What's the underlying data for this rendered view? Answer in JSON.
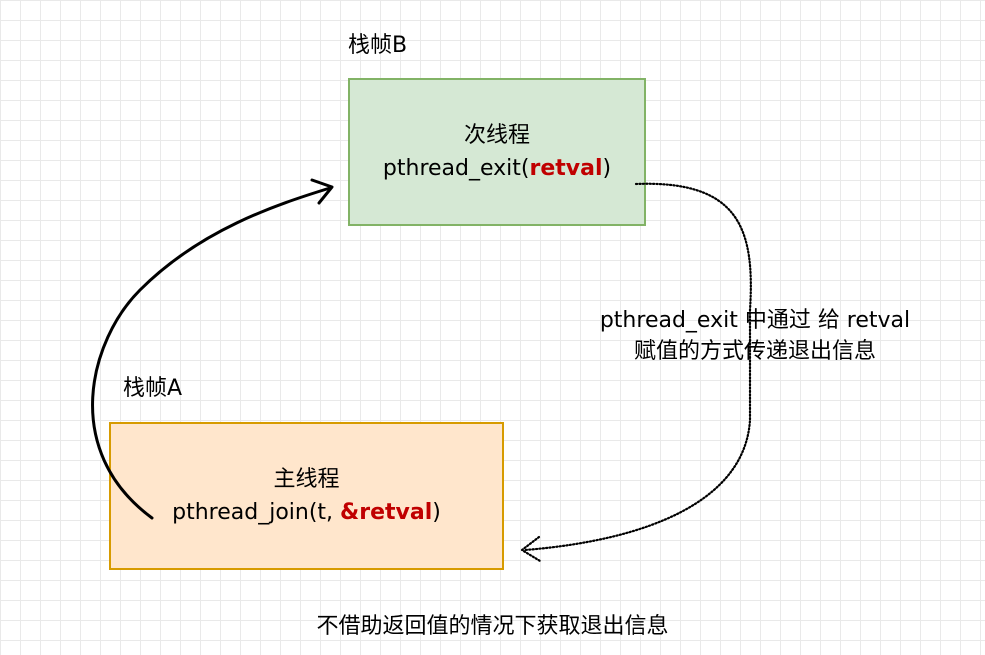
{
  "frames": {
    "b_label": "栈帧B",
    "a_label": "栈帧A"
  },
  "box_b": {
    "title": "次线程",
    "call_prefix": "pthread_exit(",
    "call_highlight": "retval",
    "call_suffix": ")"
  },
  "box_a": {
    "title": "主线程",
    "call_prefix": "pthread_join(t, ",
    "call_highlight": "&retval",
    "call_suffix": ")"
  },
  "note": {
    "line1": "pthread_exit 中通过 给 retval",
    "line2": "赋值的方式传递退出信息"
  },
  "caption": "不借助返回值的情况下获取退出信息",
  "colors": {
    "box_b_fill": "#d5e8d4",
    "box_b_border": "#82b366",
    "box_a_fill": "#ffe6cc",
    "box_a_border": "#d79b00",
    "highlight": "#c00000"
  }
}
